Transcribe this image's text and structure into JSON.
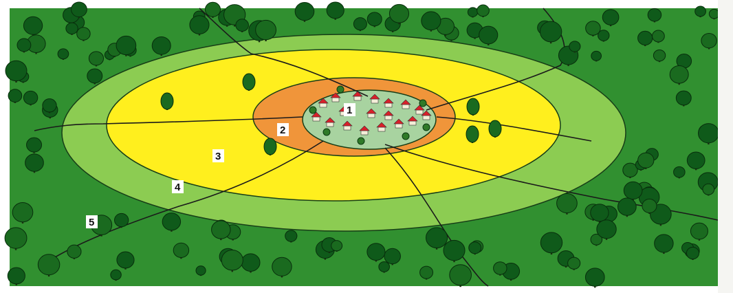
{
  "diagram": {
    "zones": [
      {
        "id": "zone-1",
        "label": "1",
        "color": "#a8d3a0"
      },
      {
        "id": "zone-2",
        "label": "2",
        "color": "#f0953a"
      },
      {
        "id": "zone-3",
        "label": "3",
        "color": "#ffef1e"
      },
      {
        "id": "zone-4",
        "label": "4",
        "color": "#8ccc52"
      },
      {
        "id": "zone-5",
        "label": "5",
        "color": "#3fa23a"
      }
    ],
    "colors": {
      "forest": "#1f7a25",
      "tree_canopy": "#0f5a1a",
      "roof": "#d8202a",
      "road": "#1a1a1a",
      "border": "#ffffff"
    }
  }
}
